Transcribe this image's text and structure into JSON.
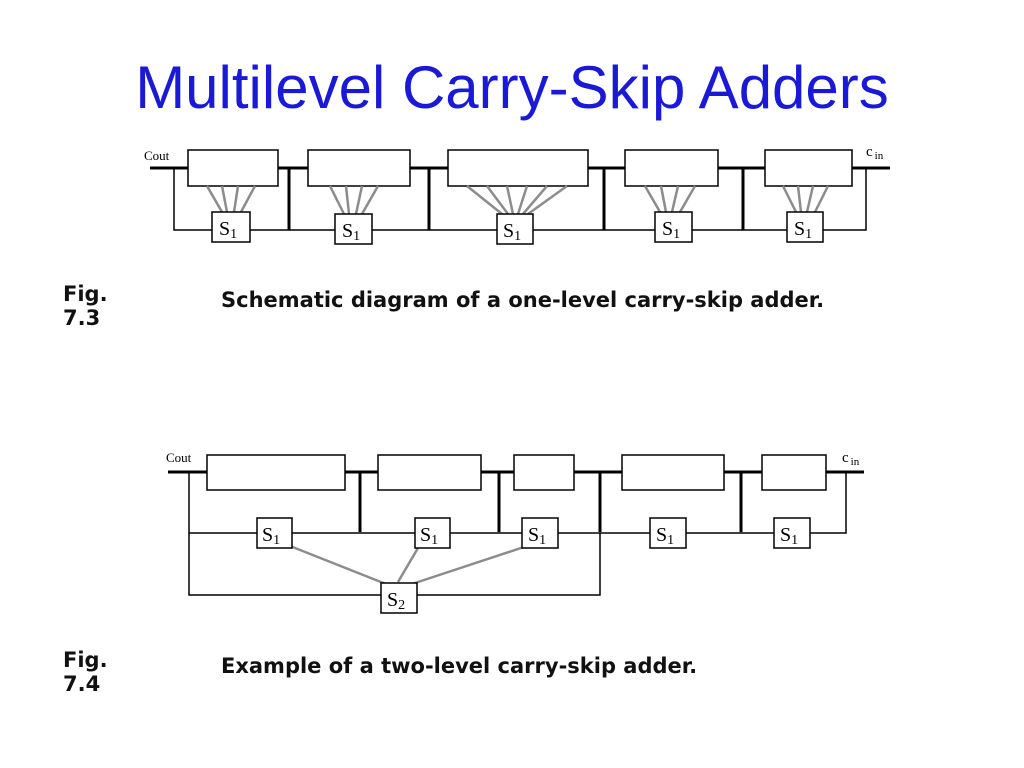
{
  "title": "Multilevel Carry-Skip Adders",
  "fig73": {
    "label": "Fig. 7.3",
    "caption": "Schematic diagram of a one-level carry-skip adder.",
    "cout_label": "Cout",
    "cin_label": "c",
    "cin_sub": "in",
    "skip_main": "S",
    "skip_sub": "1"
  },
  "fig74": {
    "label": "Fig. 7.4",
    "caption": "Example of a two-level carry-skip adder.",
    "cout_label": "Cout",
    "cin_label": "c",
    "cin_sub": "in",
    "skip1_main": "S",
    "skip1_sub": "1",
    "skip2_main": "S",
    "skip2_sub": "2"
  },
  "colors": {
    "title": "#1a1ad6",
    "ink": "#000000",
    "gray_wire": "#8c8c8c"
  }
}
